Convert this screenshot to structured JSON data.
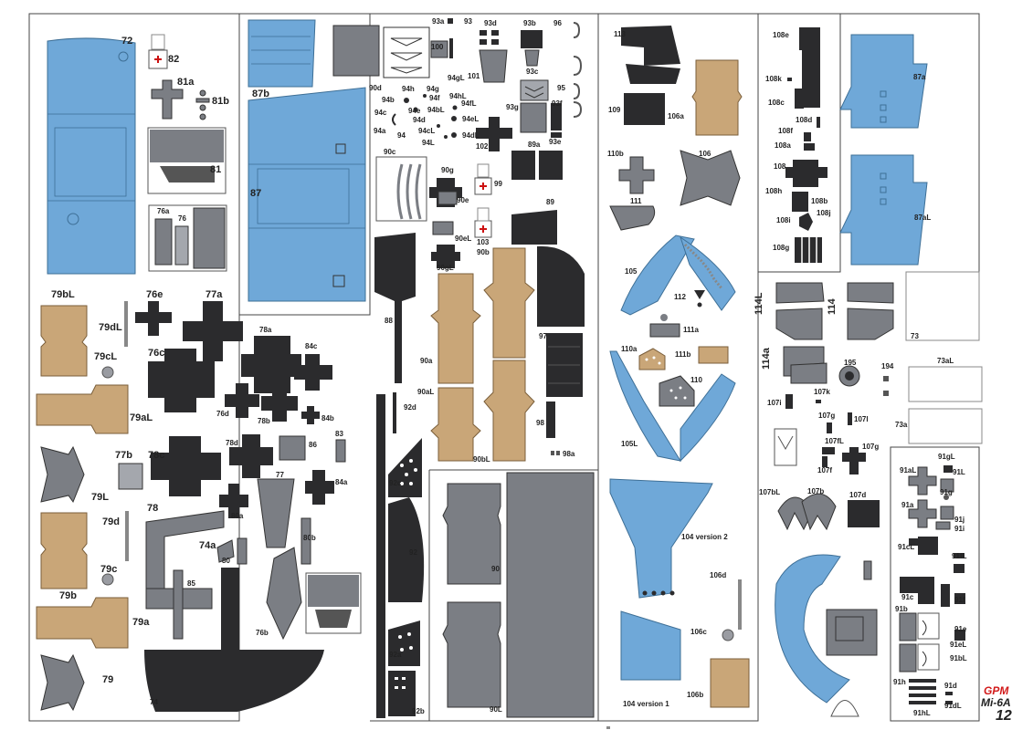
{
  "brand": {
    "publisher": "GPM",
    "model": "Mi-6A",
    "sheet_number": "12"
  },
  "colors": {
    "blue": "#6fa8d8",
    "blue_dark": "#4d86b8",
    "tan": "#c9a678",
    "tan_dark": "#a9885c",
    "grey": "#7b7e84",
    "grey_light": "#a4a7ad",
    "dark": "#2b2b2d",
    "line": "#555555",
    "red": "#cc1111",
    "brand_red": "#d21a1a"
  },
  "labels": {
    "p72": "72",
    "p82": "82",
    "p81a": "81a",
    "p81b": "81b",
    "p81": "81",
    "p76a": "76a",
    "p76": "76",
    "p79bL": "79bL",
    "p79dL": "79dL",
    "p79cL": "79cL",
    "p79aL": "79aL",
    "p76e": "76e",
    "p77a": "77a",
    "p76c": "76c",
    "p78a": "78a",
    "p84c": "84c",
    "p76d": "76d",
    "p78b": "78b",
    "p84b": "84b",
    "p83": "83",
    "p78d": "78d",
    "p86": "86",
    "p77b": "77b",
    "p78c": "78c",
    "p79L": "79L",
    "p77": "77",
    "p84a": "84a",
    "p78": "78",
    "p79d": "79d",
    "p80a": "80a",
    "p80b": "80b",
    "p74a": "74a",
    "p80": "80",
    "p79c": "79c",
    "p85": "85",
    "p79b": "79b",
    "p79a": "79a",
    "p76b": "76b",
    "p79": "79",
    "p74": "74",
    "p87b": "87b",
    "p87": "87",
    "p93a": "93a",
    "p93": "93",
    "p93d": "93d",
    "p93b": "93b",
    "p96": "96",
    "p100": "100",
    "p101": "101",
    "p93c": "93c",
    "p95": "95",
    "p93g": "93g",
    "p93f": "93f",
    "p93e": "93e",
    "p90d": "90d",
    "p94h": "94h",
    "p94g": "94g",
    "p94gL": "94gL",
    "p94b": "94b",
    "p94f": "94f",
    "p94hL": "94hL",
    "p94c": "94c",
    "p94e": "94e",
    "p94bL": "94bL",
    "p94fL": "94fL",
    "p94d": "94d",
    "p94eL": "94eL",
    "p94a": "94a",
    "p94": "94",
    "p94cL": "94cL",
    "p94dL": "94dL",
    "p94L": "94L",
    "p102": "102",
    "p89a": "89a",
    "p90c": "90c",
    "p90g": "90g",
    "p99": "99",
    "p90e": "90e",
    "p89": "89",
    "p90eL": "90eL",
    "p103": "103",
    "p90gL": "90gL",
    "p90b": "90b",
    "p88": "88",
    "p90a": "90a",
    "p97": "97",
    "p90aL": "90aL",
    "p92d": "92d",
    "p98": "98",
    "p90bL": "90bL",
    "p98a": "98a",
    "p92c": "92c",
    "p92": "92",
    "p90": "90",
    "p92a": "92a",
    "p92b": "92b",
    "p90L": "90L",
    "p113": "113",
    "p109": "109",
    "p106a": "106a",
    "p110b": "110b",
    "p106": "106",
    "p111": "111",
    "p105": "105",
    "p112": "112",
    "p111a": "111a",
    "p110a": "110a",
    "p111b": "111b",
    "p110": "110",
    "p105L": "105L",
    "p104v2": "104 version 2",
    "p106d": "106d",
    "p106c": "106c",
    "p104v1": "104 version 1",
    "p106b": "106b",
    "p108e": "108e",
    "p108k": "108k",
    "p108c": "108c",
    "p108d": "108d",
    "p108f": "108f",
    "p108a": "108a",
    "p108": "108",
    "p108h": "108h",
    "p108b": "108b",
    "p108i": "108i",
    "p108j": "108j",
    "p108g": "108g",
    "p87a": "87a",
    "p87aL": "87aL",
    "p114L": "114L",
    "p114": "114",
    "p73": "73",
    "p114a": "114a",
    "p195": "195",
    "p194": "194",
    "p73aL": "73aL",
    "p107i": "107i",
    "p107k": "107k",
    "p107g": "107g",
    "p107l": "107l",
    "p73a": "73a",
    "p107fL": "107fL",
    "p107gR": "107g",
    "p107f": "107f",
    "p91gL": "91gL",
    "p107bL": "107bL",
    "p107b": "107b",
    "p107d": "107d",
    "p91aL": "91aL",
    "p91L": "91L",
    "p91g": "91g",
    "p91a": "91a",
    "p91i": "91i",
    "p91j": "91j",
    "p91cL": "91cL",
    "p91fL": "91fL",
    "p91c": "91c",
    "p91f": "91f",
    "p91b": "91b",
    "p91e": "91e",
    "p91eL": "91eL",
    "p91bL": "91bL",
    "p91h": "91h",
    "p91d": "91d",
    "p91hL": "91hL",
    "p91dL": "91dL"
  }
}
